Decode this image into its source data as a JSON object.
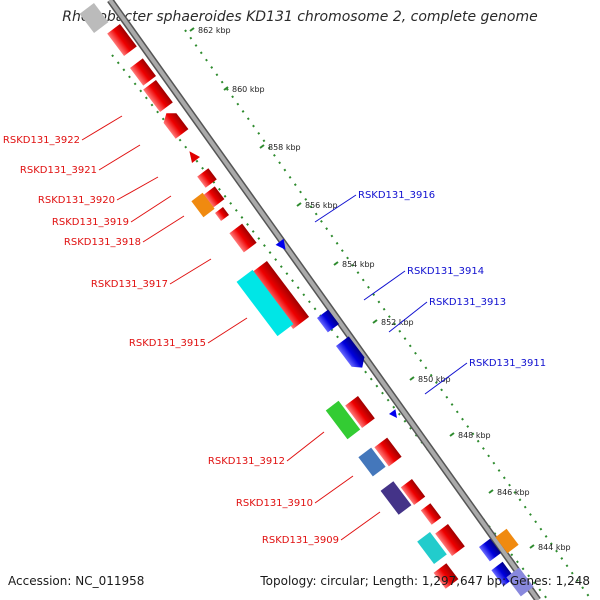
{
  "title": "Rhodobacter sphaeroides KD131 chromosome 2, complete genome",
  "accession_text": "Accession: NC_011958",
  "topology_text": "Topology: circular; Length: 1,297,647 bp; Genes: 1,248",
  "colors": {
    "backbone": "#888888",
    "tick_green": "#2e8b2e",
    "reverse_label": "#e01010",
    "forward_label": "#1010d0"
  },
  "scale_ticks": [
    "862 kbp",
    "860 kbp",
    "858 kbp",
    "856 kbp",
    "854 kbp",
    "852 kbp",
    "850 kbp",
    "848 kbp",
    "846 kbp",
    "844 kbp"
  ],
  "gene_labels": [
    {
      "text": "RSKD131_3922",
      "strand": "reverse"
    },
    {
      "text": "RSKD131_3921",
      "strand": "reverse"
    },
    {
      "text": "RSKD131_3920",
      "strand": "reverse"
    },
    {
      "text": "RSKD131_3919",
      "strand": "reverse"
    },
    {
      "text": "RSKD131_3918",
      "strand": "reverse"
    },
    {
      "text": "RSKD131_3917",
      "strand": "reverse"
    },
    {
      "text": "RSKD131_3916",
      "strand": "forward"
    },
    {
      "text": "RSKD131_3915",
      "strand": "reverse"
    },
    {
      "text": "RSKD131_3914",
      "strand": "forward"
    },
    {
      "text": "RSKD131_3913",
      "strand": "forward"
    },
    {
      "text": "RSKD131_3912",
      "strand": "reverse"
    },
    {
      "text": "RSKD131_3911",
      "strand": "forward"
    },
    {
      "text": "RSKD131_3910",
      "strand": "reverse"
    },
    {
      "text": "RSKD131_3909",
      "strand": "reverse"
    }
  ]
}
